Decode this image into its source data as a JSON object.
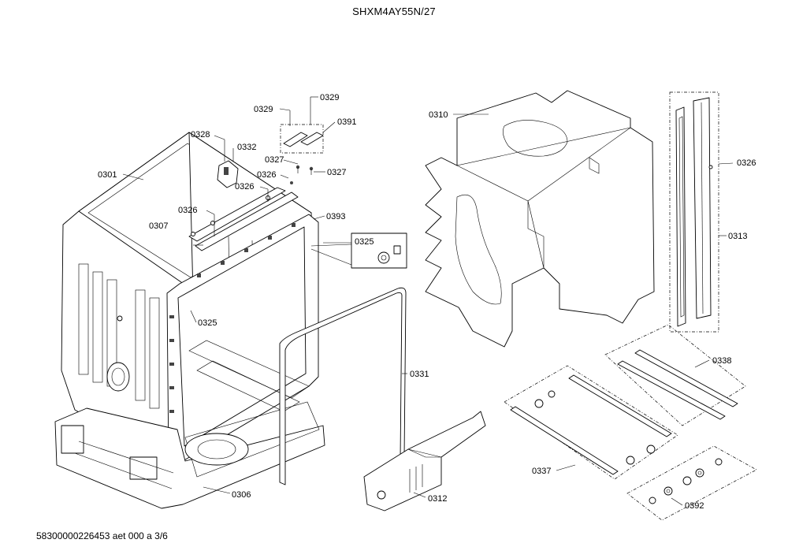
{
  "header": {
    "model": "SHXM4AY55N/27"
  },
  "footer": {
    "doc_ref": "58300000226453 aet 000 a 3/6"
  },
  "callouts": {
    "c0301": "0301",
    "c0306": "0306",
    "c0307": "0307",
    "c0310": "0310",
    "c0312": "0312",
    "c0313": "0313",
    "c0325a": "0325",
    "c0325b": "0325",
    "c0326a": "0326",
    "c0326b": "0326",
    "c0326c": "0326",
    "c0326d": "0326",
    "c0327a": "0327",
    "c0327b": "0327",
    "c0328": "0328",
    "c0329a": "0329",
    "c0329b": "0329",
    "c0331": "0331",
    "c0332": "0332",
    "c0337": "0337",
    "c0338": "0338",
    "c0391": "0391",
    "c0392": "0392",
    "c0393": "0393"
  }
}
